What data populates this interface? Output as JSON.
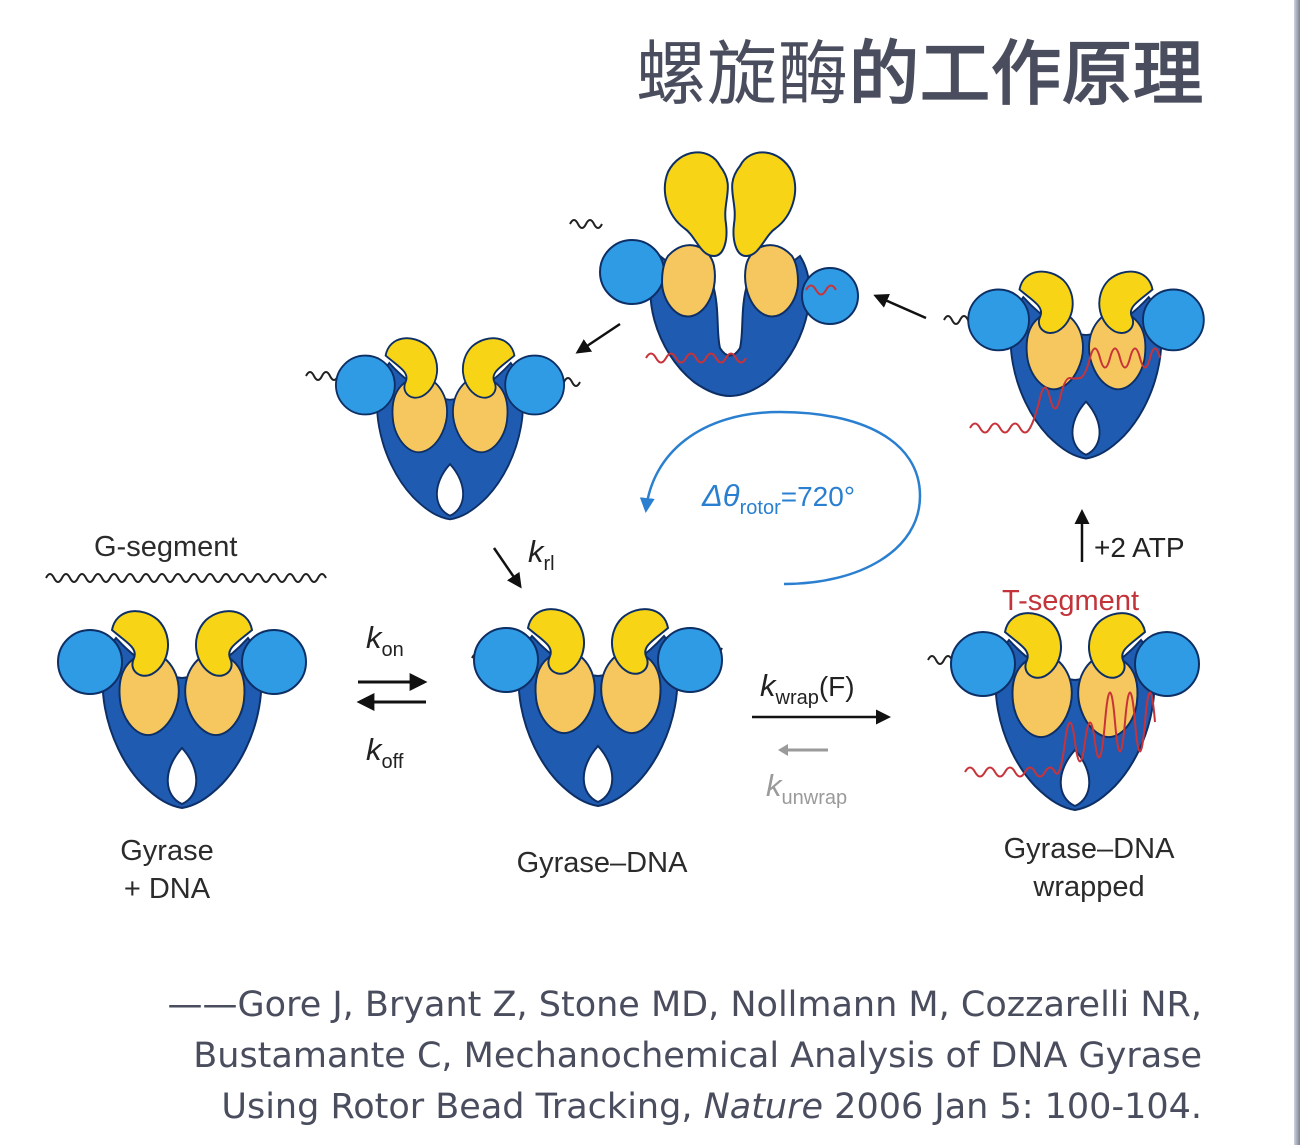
{
  "slide": {
    "title_light": "螺旋酶",
    "title_bold": "的工作原理"
  },
  "diagram": {
    "labels": {
      "g_segment": "G-segment",
      "t_segment": "T-segment",
      "gyrase_dna_line1": "Gyrase",
      "gyrase_dna_line2": "+ DNA",
      "gyrase_dna_complex": "Gyrase–DNA",
      "wrapped_line1": "Gyrase–DNA",
      "wrapped_line2": "wrapped"
    },
    "rates": {
      "k_on_k": "k",
      "k_on_sub": "on",
      "k_off_k": "k",
      "k_off_sub": "off",
      "k_wrap_k": "k",
      "k_wrap_sub": "wrap",
      "k_wrap_suffix": "(F)",
      "k_unwrap_k": "k",
      "k_unwrap_sub": "unwrap",
      "k_rl_k": "k",
      "k_rl_sub": "rl",
      "atp": "+2 ATP",
      "rotor_prefix": "Δθ",
      "rotor_sub": "rotor",
      "rotor_suffix": "=720°"
    },
    "colors": {
      "dark_blue": "#1f5bb0",
      "light_blue": "#2f9be4",
      "yellow": "#f7d516",
      "pale_orange": "#f6c75e",
      "red_dna": "#c8333a",
      "rotor_blue": "#2a7fd0"
    }
  },
  "citation": {
    "line1": "——Gore J, Bryant Z, Stone MD, Nollmann M, Cozzarelli NR,",
    "line2": "Bustamante C, Mechanochemical Analysis of DNA Gyrase",
    "line3_before": "Using Rotor Bead Tracking, ",
    "line3_journal": "Nature",
    "line3_after": " 2006 Jan 5: 100-104."
  }
}
